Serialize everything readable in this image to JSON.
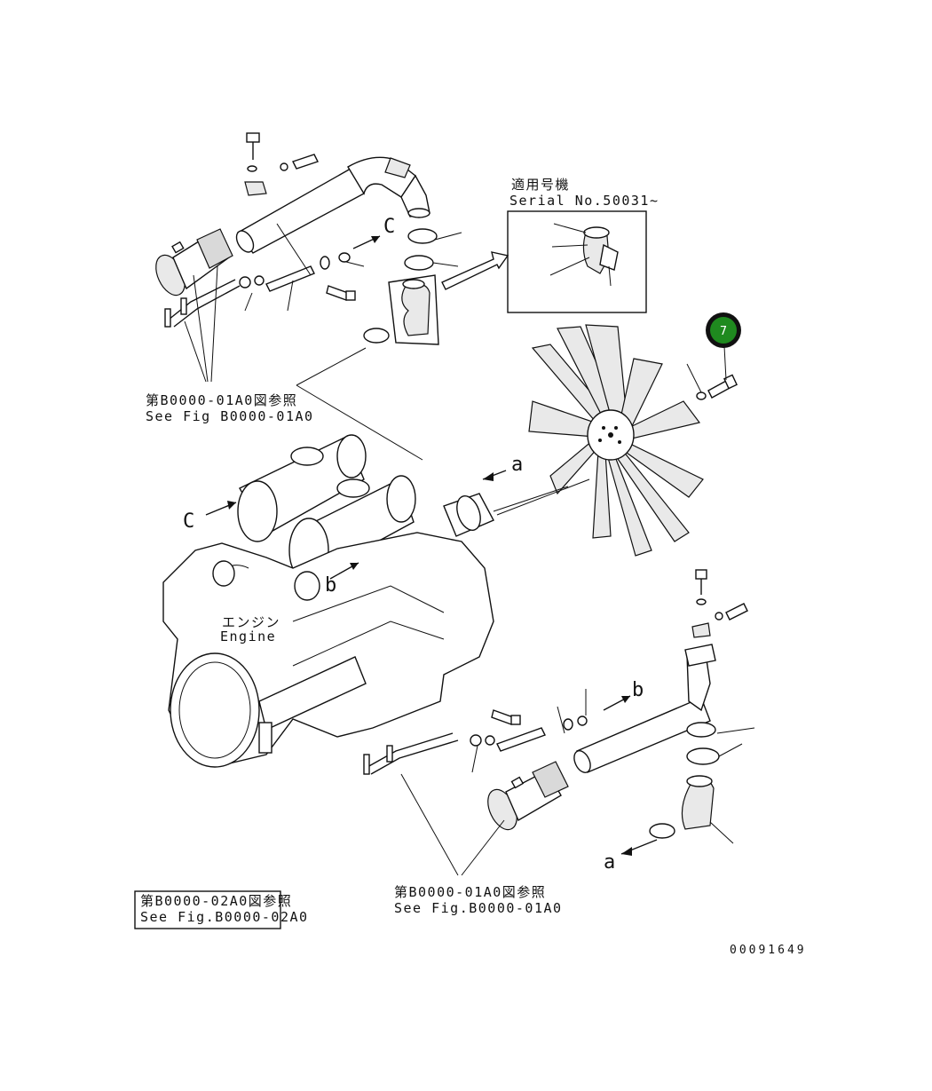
{
  "diagram": {
    "serial_box": {
      "title_jp": "適用号機",
      "title_en": "Serial No.50031~"
    },
    "ref_top": {
      "jp": "第B0000-01A0図参照",
      "en": "See Fig B0000-01A0"
    },
    "ref_bottom": {
      "jp": "第B0000-01A0図参照",
      "en": "See Fig.B0000-01A0"
    },
    "ref_box": {
      "jp": "第B0000-02A0図参照",
      "en": "See Fig.B0000-02A0"
    },
    "engine_label": {
      "jp": "エンジン",
      "en": "Engine"
    },
    "arrow_labels": {
      "c_top": "C",
      "c_left": "C",
      "a_mid": "a",
      "a_bottom": "a",
      "b_mid": "b",
      "b_lower": "b"
    },
    "callout_badge": {
      "number": "7",
      "color": "#1f8a1f"
    },
    "drawing_number": "00091649"
  }
}
